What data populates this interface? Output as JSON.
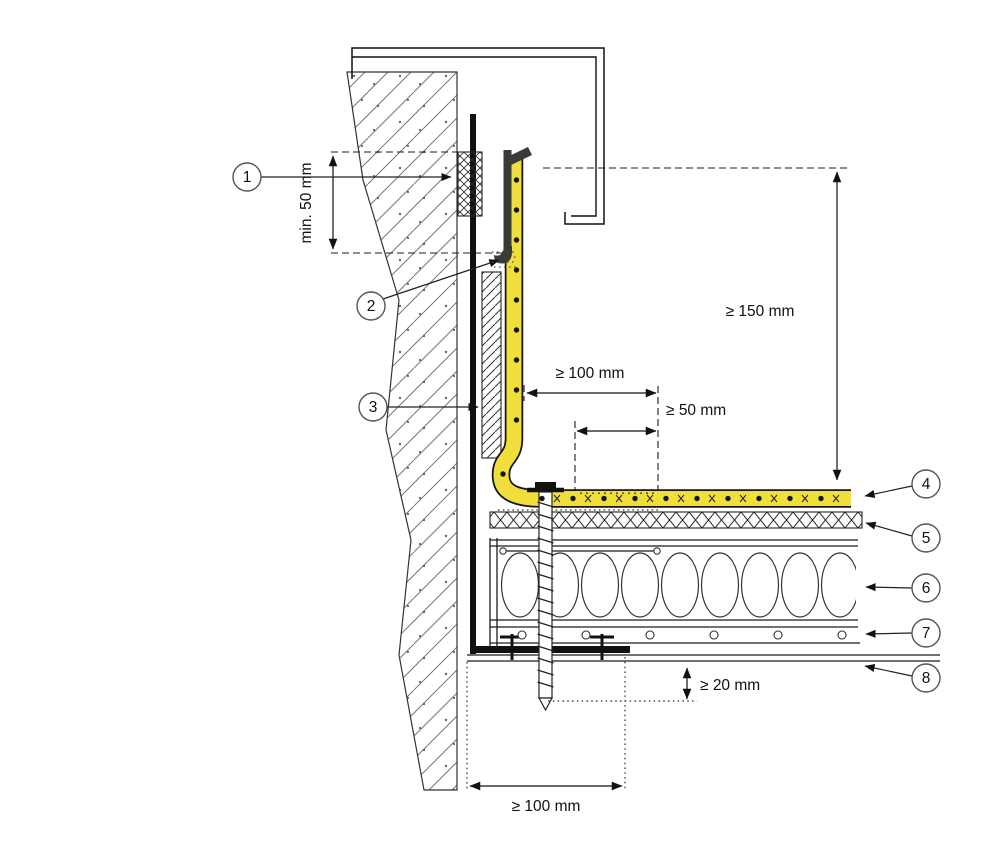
{
  "diagram": {
    "callouts": [
      {
        "label": "1"
      },
      {
        "label": "2"
      },
      {
        "label": "3"
      },
      {
        "label": "4"
      },
      {
        "label": "5"
      },
      {
        "label": "6"
      },
      {
        "label": "7"
      },
      {
        "label": "8"
      }
    ],
    "dimensions": {
      "min_50": "min. 50 mm",
      "ge_150": "≥ 150 mm",
      "ge_100_top": "≥ 100 mm",
      "ge_50": "≥ 50 mm",
      "ge_20": "≥ 20 mm",
      "ge_100_bottom": "≥ 100 mm"
    },
    "colors": {
      "membrane_yellow": "#f0df3a",
      "metal_dark": "#3a3a3a",
      "line_black": "#1c1c1c"
    }
  }
}
